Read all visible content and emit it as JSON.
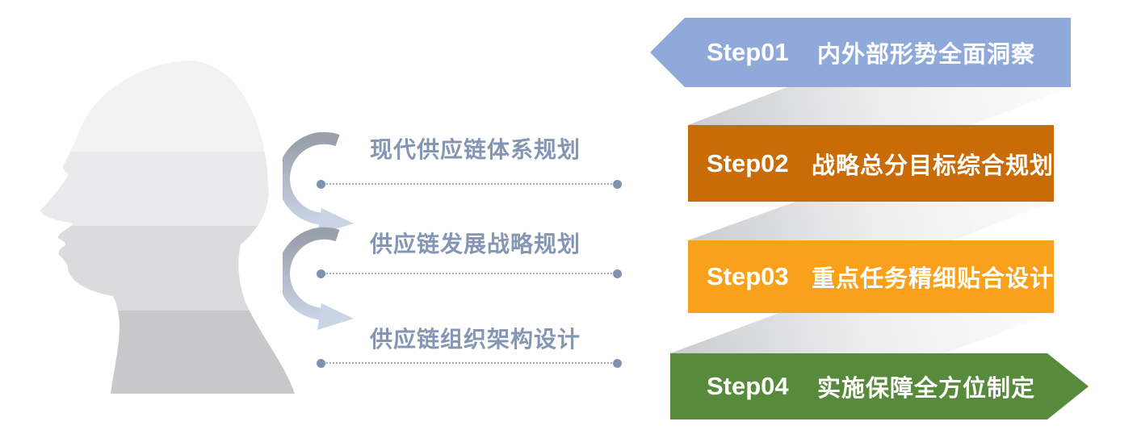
{
  "middle": {
    "label_color": "#8496B4",
    "dotted_line_color": "#9aadc8",
    "dot_color": "#7e93b2",
    "items": [
      {
        "label": "现代供应链体系规划"
      },
      {
        "label": "供应链发展战略规划"
      },
      {
        "label": "供应链组织架构设计"
      }
    ]
  },
  "steps": [
    {
      "step": "Step01",
      "title": "内外部形势全面洞察",
      "color": "#8FA9DB",
      "shape": "arrow-left"
    },
    {
      "step": "Step02",
      "title": "战略总分目标综合规划",
      "color": "#C96B07",
      "shape": "rect"
    },
    {
      "step": "Step03",
      "title": "重点任务精细贴合设计",
      "color": "#F9A11B",
      "shape": "rect"
    },
    {
      "step": "Step04",
      "title": "实施保障全方位制定",
      "color": "#578A3A",
      "shape": "arrow-right"
    }
  ],
  "head": {
    "bands": [
      "#f2f2f3",
      "#eaeaec",
      "#dbdbdd",
      "#c8c8cb"
    ]
  },
  "arrow": {
    "tail_color": "#99A0AA",
    "head_color": "#C9D4E5"
  },
  "ribbon": {
    "dark": "#c9cbce",
    "light": "#fdfdfd"
  }
}
